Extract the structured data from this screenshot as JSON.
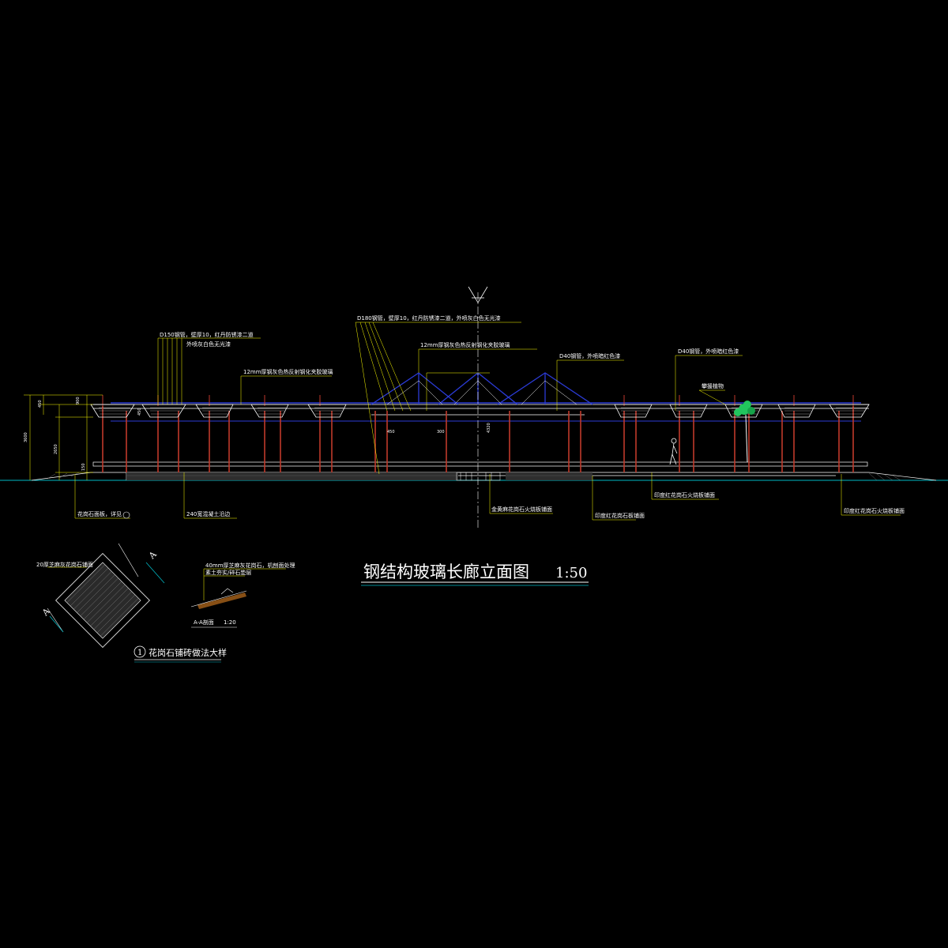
{
  "drawing": {
    "main_title": "钢结构玻璃长廊立面图",
    "main_scale": "1:50",
    "detail_title": "花岗石铺砖做法大样",
    "detail_number": "1",
    "section_title": "A-A剖面",
    "section_scale": "1:20",
    "section_mark_a1": "A",
    "section_mark_a2": "A"
  },
  "annotations": {
    "d150": "D150钢管，壁厚10，红丹防锈漆二道",
    "d150_line2": "外喷灰白色无光漆",
    "glass_left": "12mm厚钢灰色热反射钢化夹胶玻璃",
    "d180": "D180钢管，壁厚10，红丹防锈漆二道，外喷灰白色无光漆",
    "glass_center": "12mm厚钢灰色热反射钢化夹胶玻璃",
    "d40": "D40钢管，外喷暗红色漆",
    "d40_right": "D40钢管，外喷暗红色漆",
    "plant": "攀援植物",
    "bottom_1": "花岗石面板，详见",
    "bottom_2": "240宽混凝土沿边",
    "bottom_3": "金黄麻花岗石火烧板铺面",
    "bottom_4": "印度红花岗石板铺面",
    "bottom_5": "印度红花岗石火烧板铺面",
    "bottom_6": "印度红花岗石火烧板铺面",
    "detail_note": "20厚芝麻灰花岗石铺面",
    "section_note_1": "40mm厚芝麻灰花岗石，机刨面处理",
    "section_note_2": "素土夯实/碎石垫层"
  },
  "dimensions": {
    "h_total": "3600",
    "h_column": "2650",
    "h_roof": "900",
    "h_top": "450",
    "h_base": "150",
    "d1": "450",
    "d2": "450",
    "d3": "4320",
    "d4": "300"
  },
  "colors": {
    "background": "#000000",
    "column": "#c0392b",
    "roof_blue": "#2b3bd6",
    "line": "#ffffff",
    "leader": "#ffff00",
    "ground": "#00b7c3",
    "plant": "#22c55e"
  }
}
